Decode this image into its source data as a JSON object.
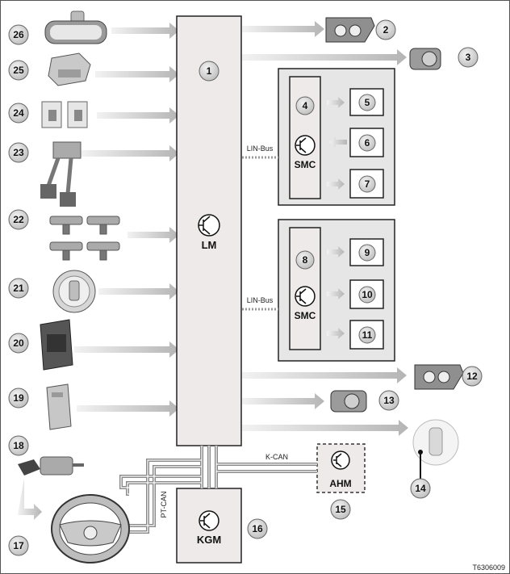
{
  "modules": {
    "lm": {
      "number": "1",
      "label": "LM"
    },
    "smc_upper": {
      "label": "SMC",
      "bus_label": "LIN-Bus"
    },
    "smc_lower": {
      "label": "SMC",
      "bus_label": "LIN-Bus"
    },
    "kgm": {
      "label": "KGM"
    },
    "ahm": {
      "label": "AHM"
    }
  },
  "bus_labels": {
    "k_can": "K-CAN",
    "pt_can": "PT-CAN"
  },
  "inputs": [
    "26",
    "25",
    "24",
    "23",
    "22",
    "21",
    "20",
    "19",
    "18",
    "17"
  ],
  "outputs": [
    "2",
    "3",
    "12",
    "13",
    "14"
  ],
  "smc_upper_items": [
    "4",
    "5",
    "6",
    "7"
  ],
  "smc_lower_items": [
    "8",
    "9",
    "10",
    "11"
  ],
  "extra_numbers": {
    "kgm": "16",
    "ahm": "15"
  },
  "footer_code": "T6306009",
  "colors": {
    "module_fill": "#efeaea",
    "arrow": "#c8c8c8",
    "badge": "#d9d9d9",
    "line": "#222222"
  }
}
